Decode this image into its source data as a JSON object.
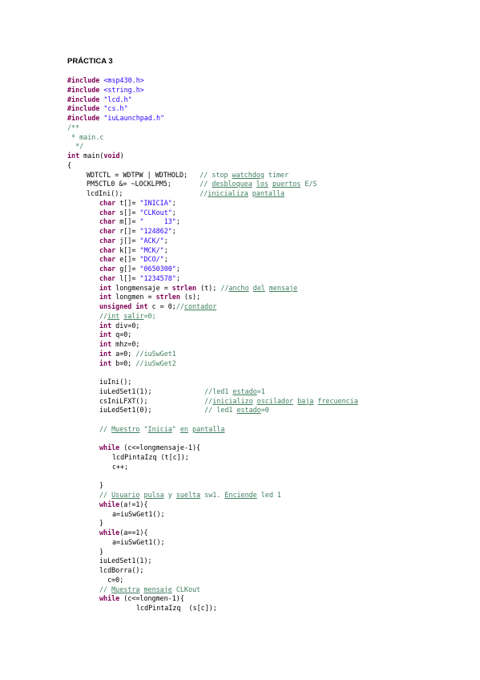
{
  "heading": "PRÁCTICA 3",
  "code_lines": [
    {
      "i": 0,
      "s": [
        [
          "pp",
          "#include"
        ],
        [
          "t",
          " "
        ],
        [
          "str",
          "<msp430.h>"
        ]
      ]
    },
    {
      "i": 0,
      "s": [
        [
          "pp",
          "#include"
        ],
        [
          "t",
          " "
        ],
        [
          "str",
          "<string.h>"
        ]
      ]
    },
    {
      "i": 0,
      "s": [
        [
          "pp",
          "#include"
        ],
        [
          "t",
          " "
        ],
        [
          "str",
          "\"lcd.h\""
        ]
      ]
    },
    {
      "i": 0,
      "s": [
        [
          "pp",
          "#include"
        ],
        [
          "t",
          " "
        ],
        [
          "str",
          "\"cs.h\""
        ]
      ]
    },
    {
      "i": 0,
      "s": [
        [
          "pp",
          "#include"
        ],
        [
          "t",
          " "
        ],
        [
          "str",
          "\"iuLaunchpad.h\""
        ]
      ]
    },
    {
      "i": 0,
      "s": [
        [
          "com",
          "/**"
        ]
      ]
    },
    {
      "i": 0,
      "s": [
        [
          "com",
          " * main.c"
        ]
      ]
    },
    {
      "i": 0,
      "s": [
        [
          "com",
          "  */"
        ]
      ]
    },
    {
      "i": 0,
      "s": [
        [
          "kw",
          "int"
        ],
        [
          "t",
          " main("
        ],
        [
          "kw",
          "void"
        ],
        [
          "t",
          ")"
        ]
      ]
    },
    {
      "i": 0,
      "s": [
        [
          "t",
          "{"
        ]
      ]
    },
    {
      "i": 1,
      "s": [
        [
          "t",
          "WDTCTL = WDTPW | WDTHOLD;   "
        ],
        [
          "com",
          "// stop "
        ],
        [
          "comu",
          "watchdog"
        ],
        [
          "com",
          " timer"
        ]
      ]
    },
    {
      "i": 1,
      "s": [
        [
          "t",
          "PM5CTL0 &= ~LOCKLPM5;       "
        ],
        [
          "com",
          "// "
        ],
        [
          "comu",
          "desbloquea"
        ],
        [
          "com",
          " "
        ],
        [
          "comu",
          "los"
        ],
        [
          "com",
          " "
        ],
        [
          "comu",
          "puertos"
        ],
        [
          "com",
          " E/S"
        ]
      ]
    },
    {
      "i": 1,
      "s": [
        [
          "t",
          "lcdIni();                   "
        ],
        [
          "com",
          "//"
        ],
        [
          "comu",
          "inicializa"
        ],
        [
          "com",
          " "
        ],
        [
          "comu",
          "pantalla"
        ]
      ]
    },
    {
      "i": 2,
      "s": [
        [
          "kw",
          "char"
        ],
        [
          "t",
          " t[]= "
        ],
        [
          "str",
          "\"INICIA\""
        ],
        [
          "t",
          ";"
        ]
      ]
    },
    {
      "i": 2,
      "s": [
        [
          "kw",
          "char"
        ],
        [
          "t",
          " s[]= "
        ],
        [
          "str",
          "\"CLKout\""
        ],
        [
          "t",
          ";"
        ]
      ]
    },
    {
      "i": 2,
      "s": [
        [
          "kw",
          "char"
        ],
        [
          "t",
          " m[]= "
        ],
        [
          "str",
          "\"     13\""
        ],
        [
          "t",
          ";"
        ]
      ]
    },
    {
      "i": 2,
      "s": [
        [
          "kw",
          "char"
        ],
        [
          "t",
          " r[]= "
        ],
        [
          "str",
          "\"124862\""
        ],
        [
          "t",
          ";"
        ]
      ]
    },
    {
      "i": 2,
      "s": [
        [
          "kw",
          "char"
        ],
        [
          "t",
          " j[]= "
        ],
        [
          "str",
          "\"ACK/\""
        ],
        [
          "t",
          ";"
        ]
      ]
    },
    {
      "i": 2,
      "s": [
        [
          "kw",
          "char"
        ],
        [
          "t",
          " k[]= "
        ],
        [
          "str",
          "\"MCK/\""
        ],
        [
          "t",
          ";"
        ]
      ]
    },
    {
      "i": 2,
      "s": [
        [
          "kw",
          "char"
        ],
        [
          "t",
          " e[]= "
        ],
        [
          "str",
          "\"DCO/\""
        ],
        [
          "t",
          ";"
        ]
      ]
    },
    {
      "i": 2,
      "s": [
        [
          "kw",
          "char"
        ],
        [
          "t",
          " g[]= "
        ],
        [
          "str",
          "\"0650300\""
        ],
        [
          "t",
          ";"
        ]
      ]
    },
    {
      "i": 2,
      "s": [
        [
          "kw",
          "char"
        ],
        [
          "t",
          " l[]= "
        ],
        [
          "str",
          "\"1234578\""
        ],
        [
          "t",
          ";"
        ]
      ]
    },
    {
      "i": 2,
      "s": [
        [
          "kw",
          "int"
        ],
        [
          "t",
          " longmensaje = "
        ],
        [
          "kw",
          "strlen"
        ],
        [
          "t",
          " (t); "
        ],
        [
          "com",
          "//"
        ],
        [
          "comu",
          "ancho"
        ],
        [
          "com",
          " "
        ],
        [
          "comu",
          "del"
        ],
        [
          "com",
          " "
        ],
        [
          "comu",
          "mensaje"
        ]
      ]
    },
    {
      "i": 2,
      "s": [
        [
          "kw",
          "int"
        ],
        [
          "t",
          " longmen = "
        ],
        [
          "kw",
          "strlen"
        ],
        [
          "t",
          " (s);"
        ]
      ]
    },
    {
      "i": 2,
      "s": [
        [
          "kw",
          "unsigned"
        ],
        [
          "t",
          " "
        ],
        [
          "kw",
          "int"
        ],
        [
          "t",
          " c = 0;"
        ],
        [
          "com",
          "//"
        ],
        [
          "comu",
          "contador"
        ]
      ]
    },
    {
      "i": 2,
      "s": [
        [
          "com",
          "//"
        ],
        [
          "comu",
          "int"
        ],
        [
          "com",
          " "
        ],
        [
          "comu",
          "salir"
        ],
        [
          "com",
          "=0;"
        ]
      ]
    },
    {
      "i": 2,
      "s": [
        [
          "kw",
          "int"
        ],
        [
          "t",
          " div=0;"
        ]
      ]
    },
    {
      "i": 2,
      "s": [
        [
          "kw",
          "int"
        ],
        [
          "t",
          " q=0;"
        ]
      ]
    },
    {
      "i": 2,
      "s": [
        [
          "kw",
          "int"
        ],
        [
          "t",
          " mhz=0;"
        ]
      ]
    },
    {
      "i": 2,
      "s": [
        [
          "kw",
          "int"
        ],
        [
          "t",
          " a=0; "
        ],
        [
          "com",
          "//iuSwGet1"
        ]
      ]
    },
    {
      "i": 2,
      "s": [
        [
          "kw",
          "int"
        ],
        [
          "t",
          " b=0; "
        ],
        [
          "com",
          "//iuSwGet2"
        ]
      ]
    },
    {
      "i": 0,
      "s": []
    },
    {
      "i": 2,
      "s": [
        [
          "t",
          "iuIni();"
        ]
      ]
    },
    {
      "i": 2,
      "s": [
        [
          "t",
          "iuLedSet1(1);             "
        ],
        [
          "com",
          "//led1 "
        ],
        [
          "comu",
          "estado"
        ],
        [
          "com",
          "=1"
        ]
      ]
    },
    {
      "i": 2,
      "s": [
        [
          "t",
          "csIniLFXT();              "
        ],
        [
          "com",
          "//"
        ],
        [
          "comu",
          "inicializo"
        ],
        [
          "com",
          " "
        ],
        [
          "comu",
          "oscilador"
        ],
        [
          "com",
          " "
        ],
        [
          "comu",
          "baja"
        ],
        [
          "com",
          " "
        ],
        [
          "comu",
          "frecuencia"
        ]
      ]
    },
    {
      "i": 2,
      "s": [
        [
          "t",
          "iuLedSet1(0);             "
        ],
        [
          "com",
          "// led1 "
        ],
        [
          "comu",
          "estado"
        ],
        [
          "com",
          "=0"
        ]
      ]
    },
    {
      "i": 0,
      "s": []
    },
    {
      "i": 2,
      "s": [
        [
          "com",
          "// "
        ],
        [
          "comu",
          "Muestro"
        ],
        [
          "com",
          " \""
        ],
        [
          "comu",
          "Inicia"
        ],
        [
          "com",
          "\" "
        ],
        [
          "comu",
          "en"
        ],
        [
          "com",
          " "
        ],
        [
          "comu",
          "pantalla"
        ]
      ]
    },
    {
      "i": 0,
      "s": []
    },
    {
      "i": 2,
      "s": [
        [
          "kw",
          "while"
        ],
        [
          "t",
          " (c<=longmensaje-1){"
        ]
      ]
    },
    {
      "i": 3,
      "s": [
        [
          "t",
          "lcdPintaIzq (t[c]);"
        ]
      ]
    },
    {
      "i": 3,
      "s": [
        [
          "t",
          "c++;"
        ]
      ]
    },
    {
      "i": 0,
      "s": []
    },
    {
      "i": 2,
      "s": [
        [
          "t",
          "}"
        ]
      ]
    },
    {
      "i": 2,
      "s": [
        [
          "com",
          "// "
        ],
        [
          "comu",
          "Usuario"
        ],
        [
          "com",
          " "
        ],
        [
          "comu",
          "pulsa"
        ],
        [
          "com",
          " y "
        ],
        [
          "comu",
          "suelta"
        ],
        [
          "com",
          " sw1. "
        ],
        [
          "comu",
          "Enciende"
        ],
        [
          "com",
          " led 1"
        ]
      ]
    },
    {
      "i": 2,
      "s": [
        [
          "kw",
          "while"
        ],
        [
          "t",
          "(a!=1){"
        ]
      ]
    },
    {
      "i": 3,
      "s": [
        [
          "t",
          "a=iuSwGet1();"
        ]
      ]
    },
    {
      "i": 2,
      "s": [
        [
          "t",
          "}"
        ]
      ]
    },
    {
      "i": 2,
      "s": [
        [
          "kw",
          "while"
        ],
        [
          "t",
          "(a==1){"
        ]
      ]
    },
    {
      "i": 3,
      "s": [
        [
          "t",
          "a=iuSwGet1();"
        ]
      ]
    },
    {
      "i": 2,
      "s": [
        [
          "t",
          "}"
        ]
      ]
    },
    {
      "i": 2,
      "s": [
        [
          "t",
          "iuLedSet1(1);"
        ]
      ]
    },
    {
      "i": 2,
      "s": [
        [
          "t",
          "lcdBorra();"
        ]
      ]
    },
    {
      "i": 2,
      "s": [
        [
          "t",
          "  c=0;"
        ]
      ]
    },
    {
      "i": 2,
      "s": [
        [
          "com",
          "// "
        ],
        [
          "comu",
          "Muestra"
        ],
        [
          "com",
          " "
        ],
        [
          "comu",
          "mensaje"
        ],
        [
          "com",
          " CLKout"
        ]
      ]
    },
    {
      "i": 2,
      "s": [
        [
          "kw",
          "while"
        ],
        [
          "t",
          " (c<=longmen-1){"
        ]
      ]
    },
    {
      "i": 4,
      "s": [
        [
          "t",
          "lcdPintaIzq  (s[c]);"
        ]
      ]
    }
  ]
}
